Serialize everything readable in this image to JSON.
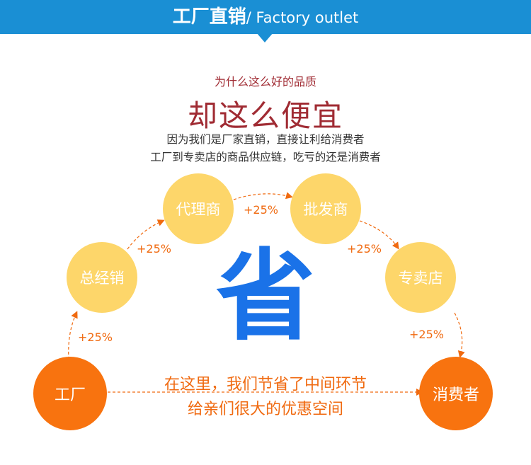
{
  "banner": {
    "title_cn": "工厂直销",
    "title_en": "/ Factory outlet",
    "color": "#1a8fd4"
  },
  "intro": {
    "question": "为什么这么好的品质",
    "headline": "却这么便宜",
    "line1": "因为我们是厂家直销，直接让利给消费者",
    "line2": "工厂到专卖店的商品供应链，吃亏的还是消费者"
  },
  "chain": {
    "factory": "工厂",
    "general_distributor": "总经销",
    "agent": "代理商",
    "wholesaler": "批发商",
    "store": "专卖店",
    "consumer": "消费者"
  },
  "markups": [
    "+25%",
    "+25%",
    "+25%",
    "+25%",
    "+25%"
  ],
  "center_char": "省",
  "savings": {
    "line1": "在这里，我们节省了中间环节",
    "line2": "给亲们很大的优惠空间"
  },
  "colors": {
    "yellow": "#fdd66a",
    "orange": "#f8730f",
    "accent_text": "#f06a10",
    "headline": "#a02b33",
    "blue_char": "#1a72e8"
  }
}
